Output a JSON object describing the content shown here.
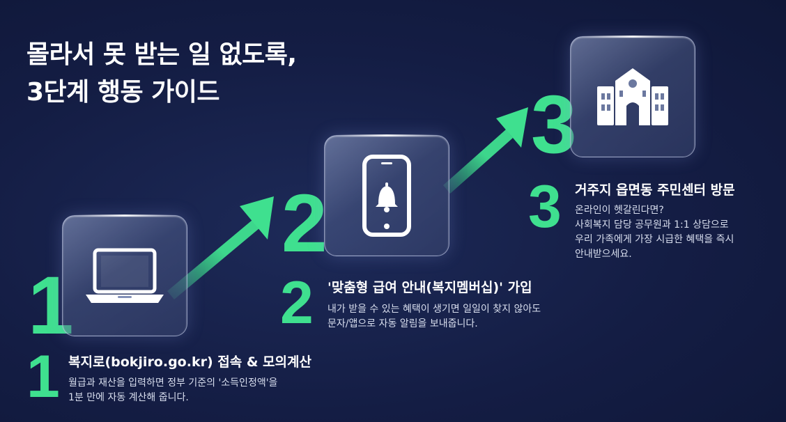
{
  "title": {
    "line1": "몰라서 못 받는 일 없도록,",
    "line2": "3단계 행동 가이드"
  },
  "colors": {
    "accent": "#3fe08f",
    "background": "#141d44"
  },
  "steps": [
    {
      "number": "1",
      "icon": "laptop-icon",
      "label": "복지로(bokjiro.go.kr) 접속 & 모의계산",
      "desc_lines": [
        "월급과 재산을 입력하면 정부 기준의 '소득인정액'을",
        "1분 만에 자동 계산해 줍니다."
      ]
    },
    {
      "number": "2",
      "icon": "smartphone-bell-icon",
      "label": "'맞춤형 급여 안내(복지멤버십)' 가입",
      "desc_lines": [
        "내가 받을 수 있는 혜택이 생기면 일일이 찾지 않아도",
        "문자/앱으로 자동 알림을 보내줍니다."
      ]
    },
    {
      "number": "3",
      "icon": "government-building-icon",
      "label": "거주지 읍면동 주민센터 방문",
      "desc_lines": [
        "온라인이 헷갈린다면?",
        "사회복지 담당 공무원과 1:1 상담으로",
        "우리 가족에게 가장 시급한 혜택을 즉시",
        "안내받으세요."
      ]
    }
  ]
}
